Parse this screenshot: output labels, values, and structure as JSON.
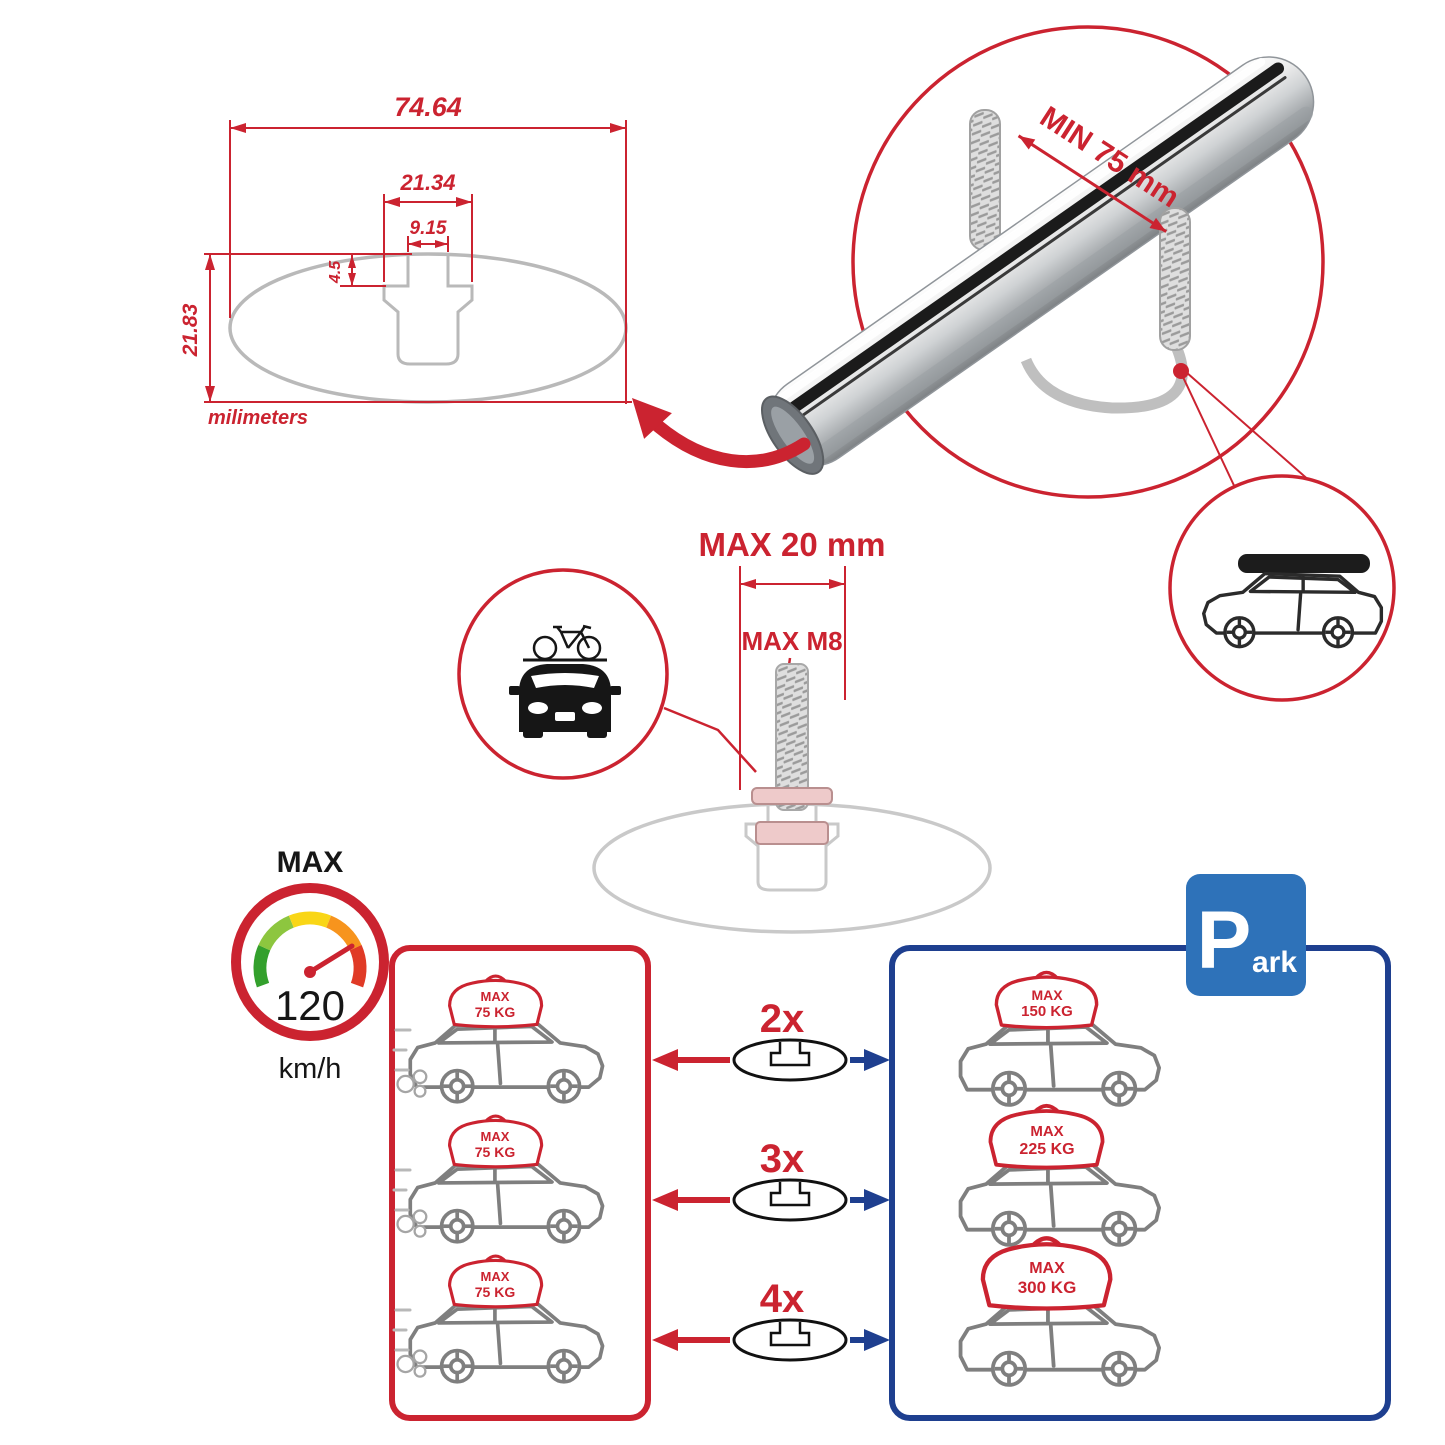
{
  "colors": {
    "accent_red": "#cb2330",
    "panel_blue": "#1e3f8f",
    "sign_blue": "#2e72b9",
    "profile_gray": "#b9b9b9",
    "line_dark": "#161616"
  },
  "icons": {
    "speedometer": "speedometer-gauge",
    "parking": "parking-sign-P",
    "bicycle_car": "car-front-with-bicycle",
    "roofbox_car": "suv-with-roof-box",
    "crossbar_profile": "aero-crossbar-cross-section"
  },
  "cross_section": {
    "width": "74.64",
    "slot_outer": "21.34",
    "slot_inner": "9.15",
    "slot_depth": "4.5",
    "height": "21.83",
    "units": "milimeters"
  },
  "clamp": {
    "min_gap": "MIN 75 mm"
  },
  "bolt": {
    "max_length": "MAX 20 mm",
    "max_thread": "MAX M8"
  },
  "speedometer": {
    "title": "MAX",
    "value": "120",
    "unit": "km/h"
  },
  "parking_sign": {
    "letter": "P",
    "rest": "ark"
  },
  "rows": [
    {
      "multiplier": "2x",
      "left_max": "MAX",
      "left_weight": "75 KG",
      "right_max": "MAX",
      "right_weight": "150 KG"
    },
    {
      "multiplier": "3x",
      "left_max": "MAX",
      "left_weight": "75 KG",
      "right_max": "MAX",
      "right_weight": "225 KG"
    },
    {
      "multiplier": "4x",
      "left_max": "MAX",
      "left_weight": "75 KG",
      "right_max": "MAX",
      "right_weight": "300 KG"
    }
  ]
}
